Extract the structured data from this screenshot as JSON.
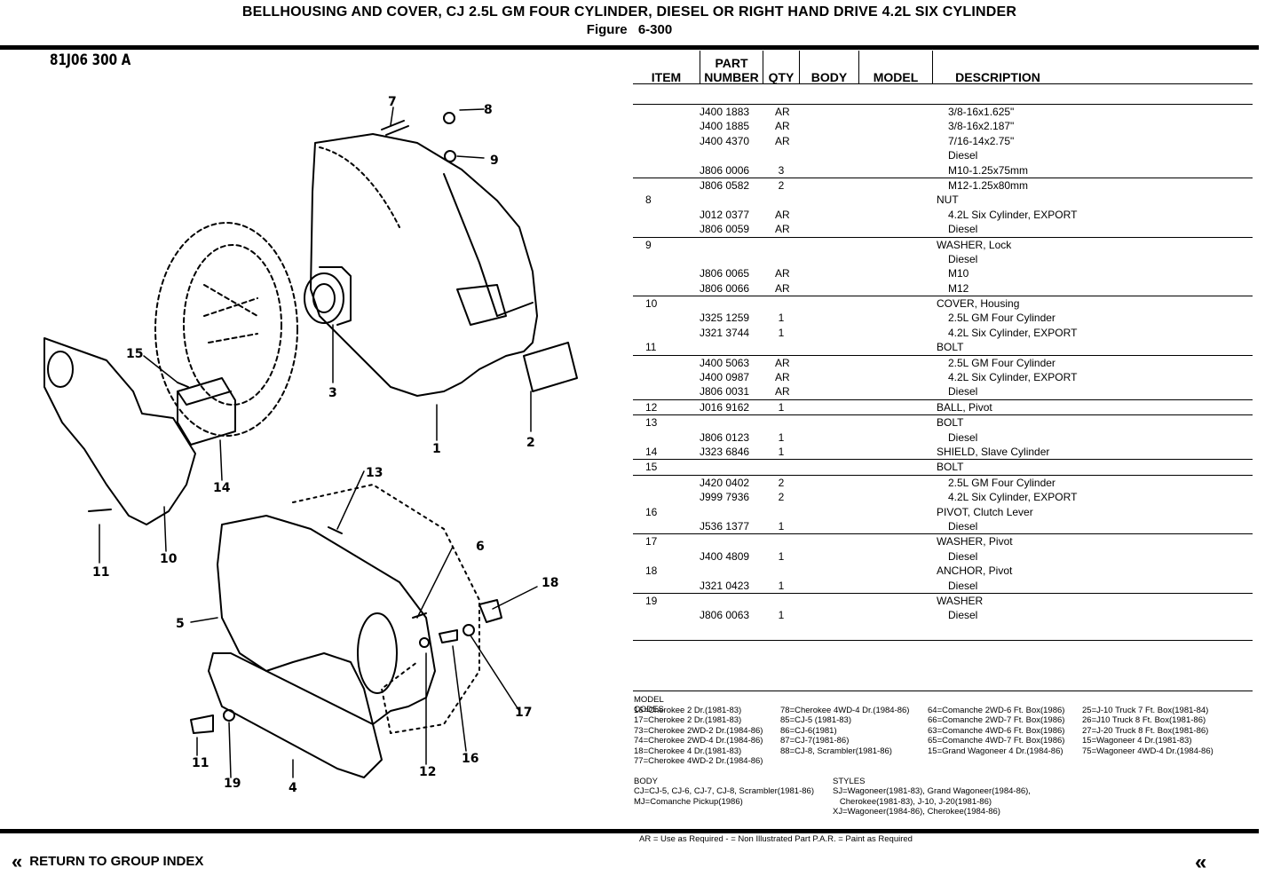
{
  "header": {
    "title": "BELLHOUSING AND COVER, CJ 2.5L GM FOUR CYLINDER, DIESEL OR RIGHT HAND DRIVE 4.2L SIX CYLINDER",
    "figure_label": "Figure",
    "figure_number": "6-300"
  },
  "figure_code": "81J06 300 A",
  "callouts": [
    "1",
    "2",
    "3",
    "4",
    "5",
    "6",
    "7",
    "8",
    "9",
    "10",
    "11",
    "11",
    "12",
    "13",
    "14",
    "15",
    "16",
    "17",
    "18",
    "19"
  ],
  "table": {
    "headers": {
      "item": "ITEM",
      "part": "PART NUMBER",
      "qty": "QTY",
      "body": "BODY",
      "model": "MODEL",
      "desc": "DESCRIPTION"
    },
    "rows": [
      {
        "item": "",
        "part": "J400 1883",
        "qty": "AR",
        "desc": "3/8-16x1.625\"",
        "sub": true,
        "ruled": true
      },
      {
        "item": "",
        "part": "J400 1885",
        "qty": "AR",
        "desc": "3/8-16x2.187\"",
        "sub": true
      },
      {
        "item": "",
        "part": "J400 4370",
        "qty": "AR",
        "desc": "7/16-14x2.75\"",
        "sub": true
      },
      {
        "item": "",
        "part": "",
        "qty": "",
        "desc": "Diesel",
        "sub": true
      },
      {
        "item": "",
        "part": "J806 0006",
        "qty": "3",
        "desc": "M10-1.25x75mm",
        "sub": true
      },
      {
        "item": "",
        "part": "J806 0582",
        "qty": "2",
        "desc": "M12-1.25x80mm",
        "sub": true,
        "ruled": true
      },
      {
        "item": "8",
        "part": "",
        "qty": "",
        "desc": "NUT",
        "sub": false
      },
      {
        "item": "",
        "part": "J012 0377",
        "qty": "AR",
        "desc": "4.2L Six Cylinder, EXPORT",
        "sub": true
      },
      {
        "item": "",
        "part": "J806 0059",
        "qty": "AR",
        "desc": "Diesel",
        "sub": true
      },
      {
        "item": "9",
        "part": "",
        "qty": "",
        "desc": "WASHER, Lock",
        "sub": false,
        "ruled": true
      },
      {
        "item": "",
        "part": "",
        "qty": "",
        "desc": "Diesel",
        "sub": true
      },
      {
        "item": "",
        "part": "J806 0065",
        "qty": "AR",
        "desc": "M10",
        "sub": true
      },
      {
        "item": "",
        "part": "J806 0066",
        "qty": "AR",
        "desc": "M12",
        "sub": true
      },
      {
        "item": "10",
        "part": "",
        "qty": "",
        "desc": "COVER, Housing",
        "sub": false,
        "ruled": true
      },
      {
        "item": "",
        "part": "J325 1259",
        "qty": "1",
        "desc": "2.5L GM Four Cylinder",
        "sub": true
      },
      {
        "item": "",
        "part": "J321 3744",
        "qty": "1",
        "desc": "4.2L Six Cylinder, EXPORT",
        "sub": true
      },
      {
        "item": "11",
        "part": "",
        "qty": "",
        "desc": "BOLT",
        "sub": false
      },
      {
        "item": "",
        "part": "J400 5063",
        "qty": "AR",
        "desc": "2.5L GM Four Cylinder",
        "sub": true,
        "ruled": true
      },
      {
        "item": "",
        "part": "J400 0987",
        "qty": "AR",
        "desc": "4.2L Six Cylinder, EXPORT",
        "sub": true
      },
      {
        "item": "",
        "part": "J806 0031",
        "qty": "AR",
        "desc": "Diesel",
        "sub": true
      },
      {
        "item": "12",
        "part": "J016 9162",
        "qty": "1",
        "desc": "BALL, Pivot",
        "sub": false,
        "ruled": true
      },
      {
        "item": "13",
        "part": "",
        "qty": "",
        "desc": "BOLT",
        "sub": false,
        "ruled": true
      },
      {
        "item": "",
        "part": "J806 0123",
        "qty": "1",
        "desc": "Diesel",
        "sub": true
      },
      {
        "item": "14",
        "part": "J323 6846",
        "qty": "1",
        "desc": "SHIELD, Slave Cylinder",
        "sub": false
      },
      {
        "item": "15",
        "part": "",
        "qty": "",
        "desc": "BOLT",
        "sub": false,
        "ruled": true
      },
      {
        "item": "",
        "part": "J420 0402",
        "qty": "2",
        "desc": "2.5L GM Four Cylinder",
        "sub": true,
        "ruled": true
      },
      {
        "item": "",
        "part": "J999 7936",
        "qty": "2",
        "desc": "4.2L Six Cylinder, EXPORT",
        "sub": true
      },
      {
        "item": "16",
        "part": "",
        "qty": "",
        "desc": "PIVOT, Clutch Lever",
        "sub": false
      },
      {
        "item": "",
        "part": "J536 1377",
        "qty": "1",
        "desc": "Diesel",
        "sub": true
      },
      {
        "item": "17",
        "part": "",
        "qty": "",
        "desc": "WASHER, Pivot",
        "sub": false,
        "ruled": true
      },
      {
        "item": "",
        "part": "J400 4809",
        "qty": "1",
        "desc": "Diesel",
        "sub": true
      },
      {
        "item": "18",
        "part": "",
        "qty": "",
        "desc": "ANCHOR, Pivot",
        "sub": false
      },
      {
        "item": "",
        "part": "J321 0423",
        "qty": "1",
        "desc": "Diesel",
        "sub": true
      },
      {
        "item": "19",
        "part": "",
        "qty": "",
        "desc": "WASHER",
        "sub": false,
        "ruled": true
      },
      {
        "item": "",
        "part": "J806 0063",
        "qty": "1",
        "desc": "Diesel",
        "sub": true
      }
    ]
  },
  "model_codes": {
    "heading": "MODEL CODES",
    "columns": [
      [
        "16=Cherokee 2 Dr.(1981-83)",
        "17=Cherokee 2 Dr.(1981-83)",
        "73=Cherokee 2WD-2 Dr.(1984-86)",
        "74=Cherokee 2WD-4 Dr.(1984-86)",
        "18=Cherokee 4 Dr.(1981-83)",
        "77=Cherokee 4WD-2 Dr.(1984-86)"
      ],
      [
        "78=Cherokee 4WD-4 Dr.(1984-86)",
        "85=CJ-5 (1981-83)",
        "86=CJ-6(1981)",
        "87=CJ-7(1981-86)",
        "88=CJ-8, Scrambler(1981-86)"
      ],
      [
        "64=Comanche 2WD-6 Ft. Box(1986)",
        "66=Comanche 2WD-7 Ft. Box(1986)",
        "63=Comanche 4WD-6 Ft. Box(1986)",
        "65=Comanche 4WD-7 Ft. Box(1986)",
        "15=Grand Wagoneer 4 Dr.(1984-86)"
      ],
      [
        "25=J-10 Truck 7 Ft. Box(1981-84)",
        "26=J10 Truck 8 Ft. Box(1981-86)",
        "27=J-20 Truck 8 Ft. Box(1981-86)",
        "15=Wagoneer 4 Dr.(1981-83)",
        "75=Wagoneer 4WD-4 Dr.(1984-86)"
      ]
    ]
  },
  "body_codes": {
    "body": [
      "BODY",
      "CJ=CJ-5, CJ-6, CJ-7, CJ-8, Scrambler(1981-86)",
      "MJ=Comanche Pickup(1986)"
    ],
    "styles": [
      "STYLES",
      "SJ=Wagoneer(1981-83), Grand Wagoneer(1984-86),",
      "   Cherokee(1981-83), J-10, J-20(1981-86)",
      "XJ=Wagoneer(1984-86), Cherokee(1984-86)"
    ]
  },
  "legend": "AR = Use as Required    - = Non Illustrated Part   P.A.R. = Paint as Required",
  "nav": {
    "return_label": "RETURN TO GROUP INDEX",
    "chevron": "«",
    "prev_chevron": "«"
  }
}
